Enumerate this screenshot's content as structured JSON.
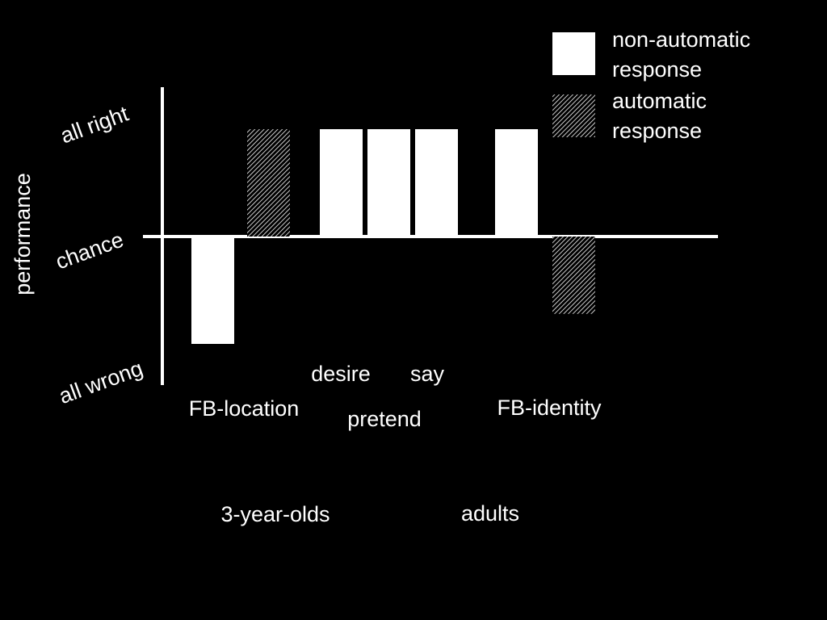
{
  "chart_data": {
    "type": "bar",
    "ylabel": "performance",
    "y_tick_labels": [
      "all right",
      "chance",
      "all wrong"
    ],
    "ylim": [
      -1,
      1
    ],
    "baseline_label": "chance",
    "legend": {
      "placement": "top-right",
      "entries": [
        {
          "key": "non_automatic",
          "label_lines": [
            "non-automatic",
            "response"
          ],
          "style": "solid"
        },
        {
          "key": "automatic",
          "label_lines": [
            "automatic",
            "response"
          ],
          "style": "hatched"
        }
      ]
    },
    "bars": [
      {
        "task": "FB-location",
        "group": "3-year-olds",
        "series": "non_automatic",
        "value": -1.0
      },
      {
        "task": "FB-location",
        "group": "3-year-olds",
        "series": "automatic",
        "value": 1.0
      },
      {
        "task": "desire",
        "group": "3-year-olds",
        "series": "non_automatic",
        "value": 1.0
      },
      {
        "task": "pretend",
        "group": "3-year-olds",
        "series": "non_automatic",
        "value": 1.0
      },
      {
        "task": "say",
        "group": "3-year-olds",
        "series": "non_automatic",
        "value": 1.0
      },
      {
        "task": "FB-identity",
        "group": "adults",
        "series": "non_automatic",
        "value": 1.0
      },
      {
        "task": "FB-identity",
        "group": "adults",
        "series": "automatic",
        "value": -0.72
      }
    ],
    "task_labels": [
      "FB-location",
      "desire",
      "pretend",
      "say",
      "FB-identity"
    ],
    "group_labels": [
      "3-year-olds",
      "adults"
    ],
    "colors": {
      "background": "#000000",
      "bar": "#ffffff",
      "axis": "#ffffff",
      "text": "#ffffff"
    }
  }
}
